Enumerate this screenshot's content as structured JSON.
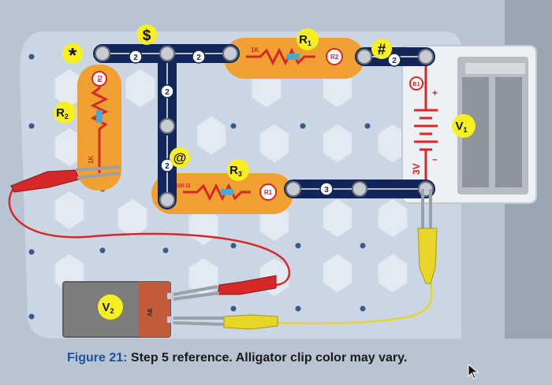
{
  "symbols": {
    "star": "*",
    "dollar": "$",
    "hash": "#",
    "at": "@"
  },
  "labels": {
    "r1": "R",
    "r1_sub": "1",
    "r2": "R",
    "r2_sub": "2",
    "r3": "R",
    "r3_sub": "3",
    "v1": "V",
    "v1_sub": "1",
    "v2": "V",
    "v2_sub": "2"
  },
  "parts": {
    "r1_tag": "R1",
    "r2_tag": "R2",
    "r1_value": "1K",
    "r2_value": "1K",
    "r3_value": "100 Ω",
    "battery_tag": "B1",
    "battery_voltage": "3V",
    "battery_plus": "+",
    "battery_minus": "–",
    "meter_voltage": "9V",
    "wire_2": "2",
    "wire_3": "3"
  },
  "caption": {
    "figure": "Figure 21:",
    "text": " Step 5 reference. Alligator clip color may vary."
  },
  "colors": {
    "board": "#c9d4e2",
    "base_plate": "#a9b6c6",
    "wire": "#13265a",
    "resistor_orange": "#f0a030",
    "badge_yellow": "#f7ef1f",
    "clip_red": "#d62828",
    "clip_yellow": "#e8d52a",
    "caption_blue": "#1f4fa0"
  }
}
